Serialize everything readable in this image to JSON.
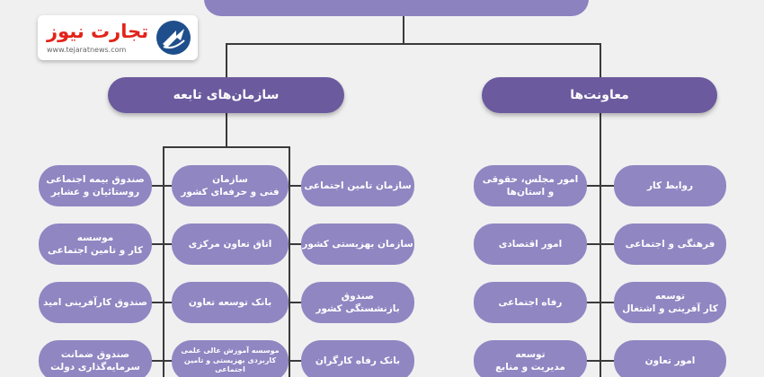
{
  "logo": {
    "name": "تجارت نیوز",
    "url": "www.tejaratnews.com",
    "icon": "swoosh-logo-icon",
    "brand_color": "#1f4e8c"
  },
  "colors": {
    "header_pill": "#6b5a9e",
    "child_pill": "#8f86c2",
    "connector": "#3a3a3a",
    "background": "#f0f0f0"
  },
  "headers": {
    "affiliated": "سازمان‌های تابعه",
    "deputies": "معاونت‌ها"
  },
  "affiliated": {
    "outer": [
      "صندوق بیمه اجتماعی\nروستائیان و عشایر",
      "موسسه\nکار و تامین اجتماعی",
      "صندوق کارآفرینی امید",
      "صندوق ضمانت\nسرمایه‌گذاری دولت"
    ],
    "middle": [
      "سازمان\nفنی و حرفه‌ای کشور",
      "اتاق تعاون مرکزی",
      "بانک توسعه تعاون",
      "موسسه آموزش عالی علمی\nکاربردی بهزیستی و تامین اجتماعی"
    ],
    "right": [
      "سازمان تامین اجتماعی",
      "سازمان بهزیستی کشور",
      "صندوق\nبازنشستگی کشور",
      "بانک رفاه کارگران"
    ]
  },
  "deputies": {
    "left": [
      "امور مجلس، حقوقی\nو استان‌ها",
      "امور اقتصادی",
      "رفاه اجتماعی",
      "توسعه\nمدیریت و منابع"
    ],
    "right": [
      "روابط کار",
      "فرهنگی و اجتماعی",
      "توسعه\nکار آفرینی و اشتغال",
      "امور تعاون"
    ]
  }
}
